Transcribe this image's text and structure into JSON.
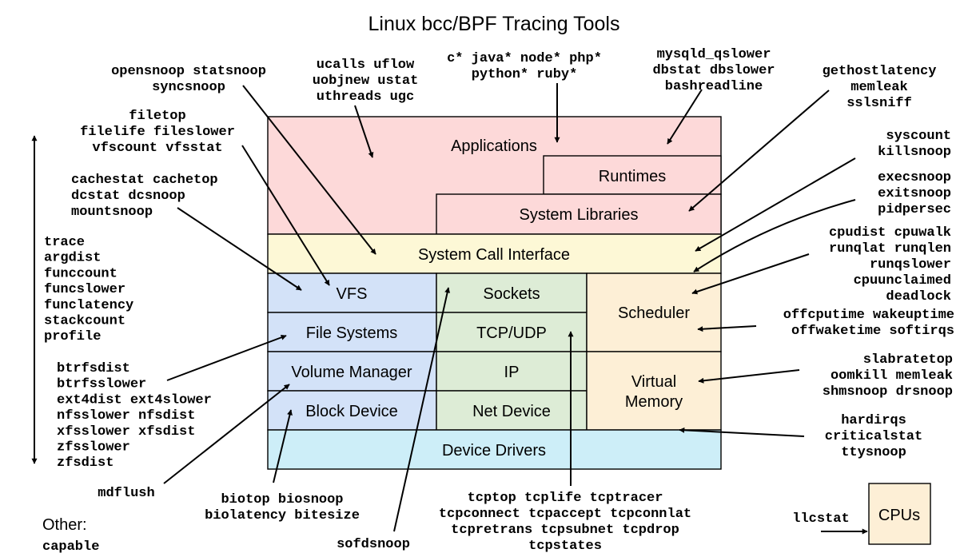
{
  "title": "Linux bcc/BPF Tracing Tools",
  "colors": {
    "applications": "#fdd9d9",
    "syscall": "#fdf8d6",
    "storage": "#d3e2f8",
    "network": "#ddecd6",
    "scheduler": "#fdefd6",
    "drivers": "#cdeef8",
    "cpus": "#fdefd6"
  },
  "layers": {
    "applications": "Applications",
    "runtimes": "Runtimes",
    "system_libraries": "System Libraries",
    "system_call_interface": "System Call Interface",
    "vfs": "VFS",
    "sockets": "Sockets",
    "scheduler": "Scheduler",
    "file_systems": "File Systems",
    "tcp_udp": "TCP/UDP",
    "volume_manager": "Volume Manager",
    "ip": "IP",
    "virtual_memory_line1": "Virtual",
    "virtual_memory_line2": "Memory",
    "block_device": "Block Device",
    "net_device": "Net Device",
    "device_drivers": "Device Drivers",
    "cpus": "CPUs"
  },
  "tools": {
    "opensnoop": [
      "opensnoop statsnoop",
      "syncsnoop"
    ],
    "ucalls": [
      "ucalls uflow",
      "uobjnew ustat",
      "uthreads ugc"
    ],
    "langs": [
      "c* java* node* php*",
      "python* ruby*"
    ],
    "mysqld": [
      "mysqld_qslower",
      "dbstat dbslower",
      "bashreadline"
    ],
    "gethostlatency": [
      "gethostlatency",
      "memleak",
      "sslsniff"
    ],
    "filetop": [
      "filetop",
      "filelife fileslower",
      "vfscount vfsstat"
    ],
    "syscount": [
      "syscount",
      "killsnoop"
    ],
    "cachestat": [
      "cachestat cachetop",
      "dcstat dcsnoop",
      "mountsnoop"
    ],
    "execsnoop": [
      "execsnoop",
      "exitsnoop",
      "pidpersec"
    ],
    "trace": [
      "trace",
      "argdist",
      "funccount",
      "funcslower",
      "funclatency",
      "stackcount",
      "profile"
    ],
    "cpudist": [
      "cpudist cpuwalk",
      "runqlat runqlen",
      "runqslower",
      "cpuunclaimed",
      "deadlock"
    ],
    "offcpu": [
      "offcputime wakeuptime",
      "offwaketime softirqs"
    ],
    "slabratetop": [
      "slabratetop",
      "oomkill memleak",
      "shmsnoop drsnoop"
    ],
    "btrfs": [
      "btrfsdist",
      "btrfsslower",
      "ext4dist ext4slower",
      "nfsslower nfsdist",
      "xfsslower xfsdist",
      "zfsslower",
      "zfsdist"
    ],
    "hardirqs": [
      "hardirqs",
      "criticalstat",
      "ttysnoop"
    ],
    "mdflush": [
      "mdflush"
    ],
    "biotop": [
      "biotop biosnoop",
      "biolatency bitesize"
    ],
    "tcptop": [
      "tcptop tcplife tcptracer",
      "tcpconnect tcpaccept tcpconnlat",
      "tcpretrans tcpsubnet tcpdrop",
      "tcpstates"
    ],
    "sofdsnoop": [
      "sofdsnoop"
    ],
    "llcstat": [
      "llcstat"
    ],
    "other_tools": [
      "capable"
    ]
  },
  "other_heading": "Other:"
}
